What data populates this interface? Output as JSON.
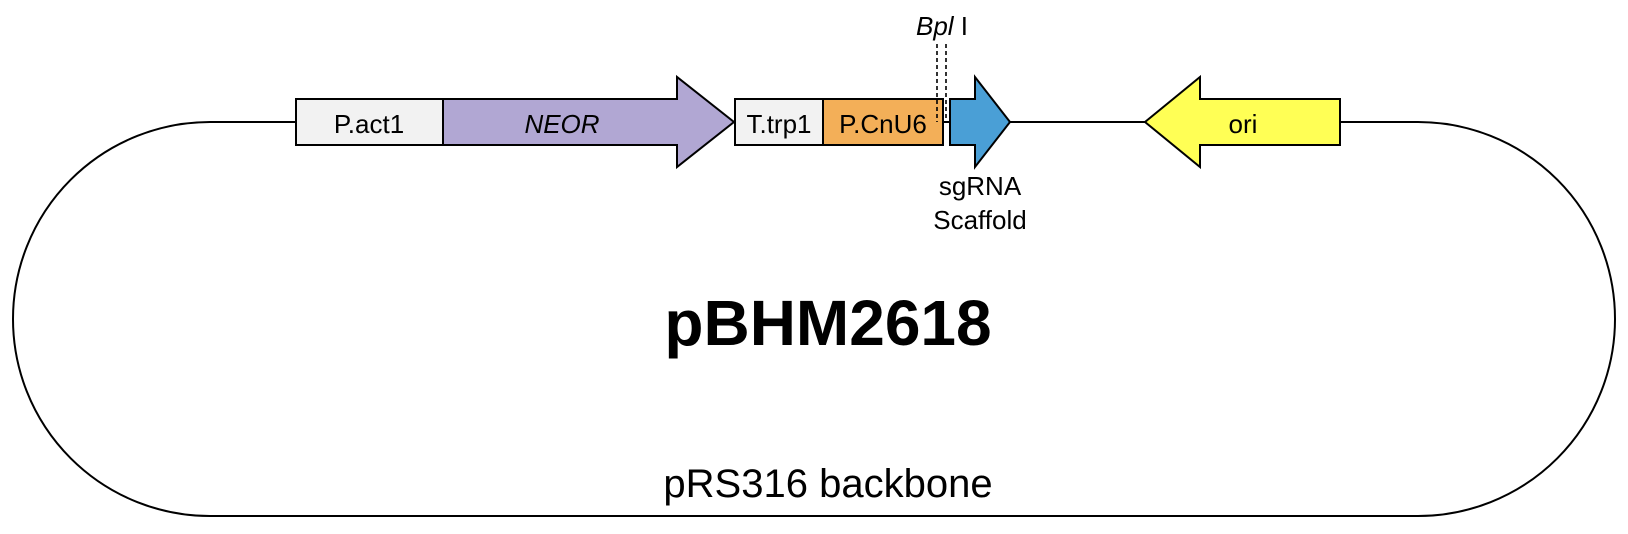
{
  "plasmid": {
    "name": "pBHM2618",
    "backbone_label": "pRS316 backbone"
  },
  "features": {
    "p_act1": {
      "label": "P.act1",
      "color": "#f2f2f2"
    },
    "neor": {
      "label": "NEOR",
      "color": "#b1a7d3"
    },
    "t_trp1": {
      "label": "T.trp1",
      "color": "#f2f2f2"
    },
    "p_cnu6": {
      "label": "P.CnU6",
      "color": "#f3af58"
    },
    "sgrna": {
      "label_line1": "sgRNA",
      "label_line2": "Scaffold",
      "color": "#4a9fd6"
    },
    "ori": {
      "label": "ori",
      "color": "#ffff55"
    }
  },
  "restriction_site": {
    "enzyme": "Bpl",
    "suffix": " I"
  }
}
